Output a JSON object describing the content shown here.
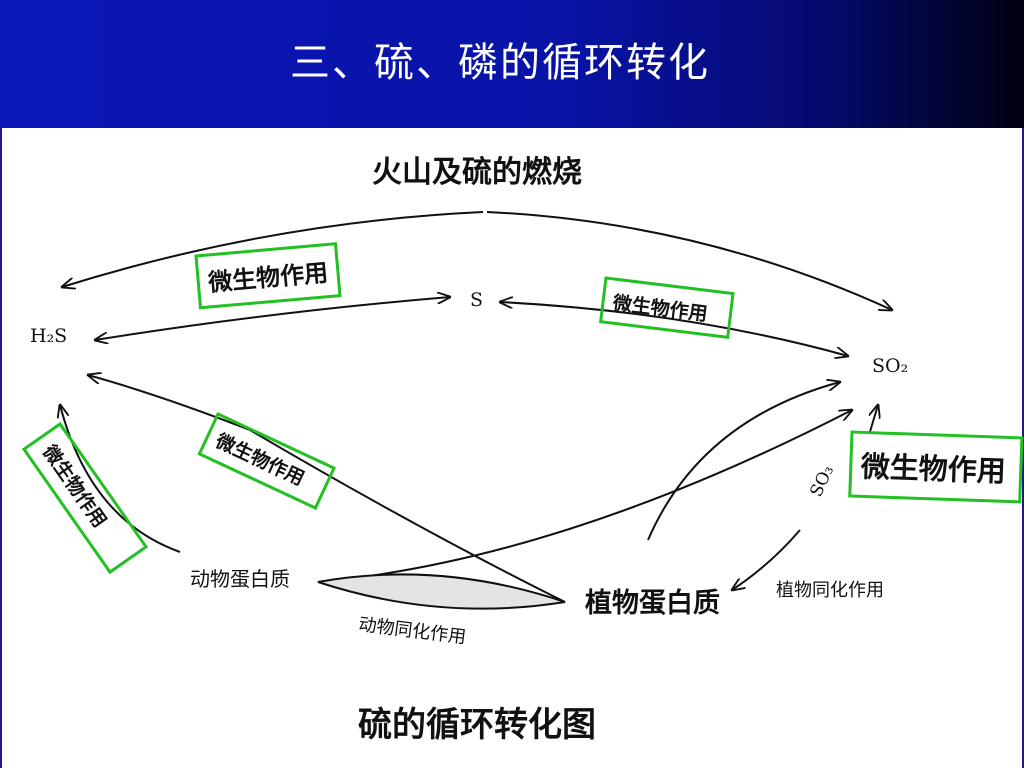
{
  "slide": {
    "title": "三、硫、磷的循环转化"
  },
  "diagram": {
    "top_label": "火山及硫的燃烧",
    "nodes": {
      "h2s": "H₂S",
      "s": "S",
      "so2": "SO₂",
      "so3": "SO₃",
      "animal_protein": "动物蛋白质",
      "plant_protein": "植物蛋白质"
    },
    "process_labels": {
      "animal_assimilation": "动物同化作用",
      "plant_assimilation": "植物同化作用"
    },
    "boxed_labels": {
      "microbe_1": "微生物作用",
      "microbe_2": "微生物作用",
      "microbe_3": "微生物作用",
      "microbe_4": "微生物作用",
      "microbe_5": "微生物作用"
    },
    "box_color": "#22c022",
    "caption": "硫的循环转化图"
  }
}
